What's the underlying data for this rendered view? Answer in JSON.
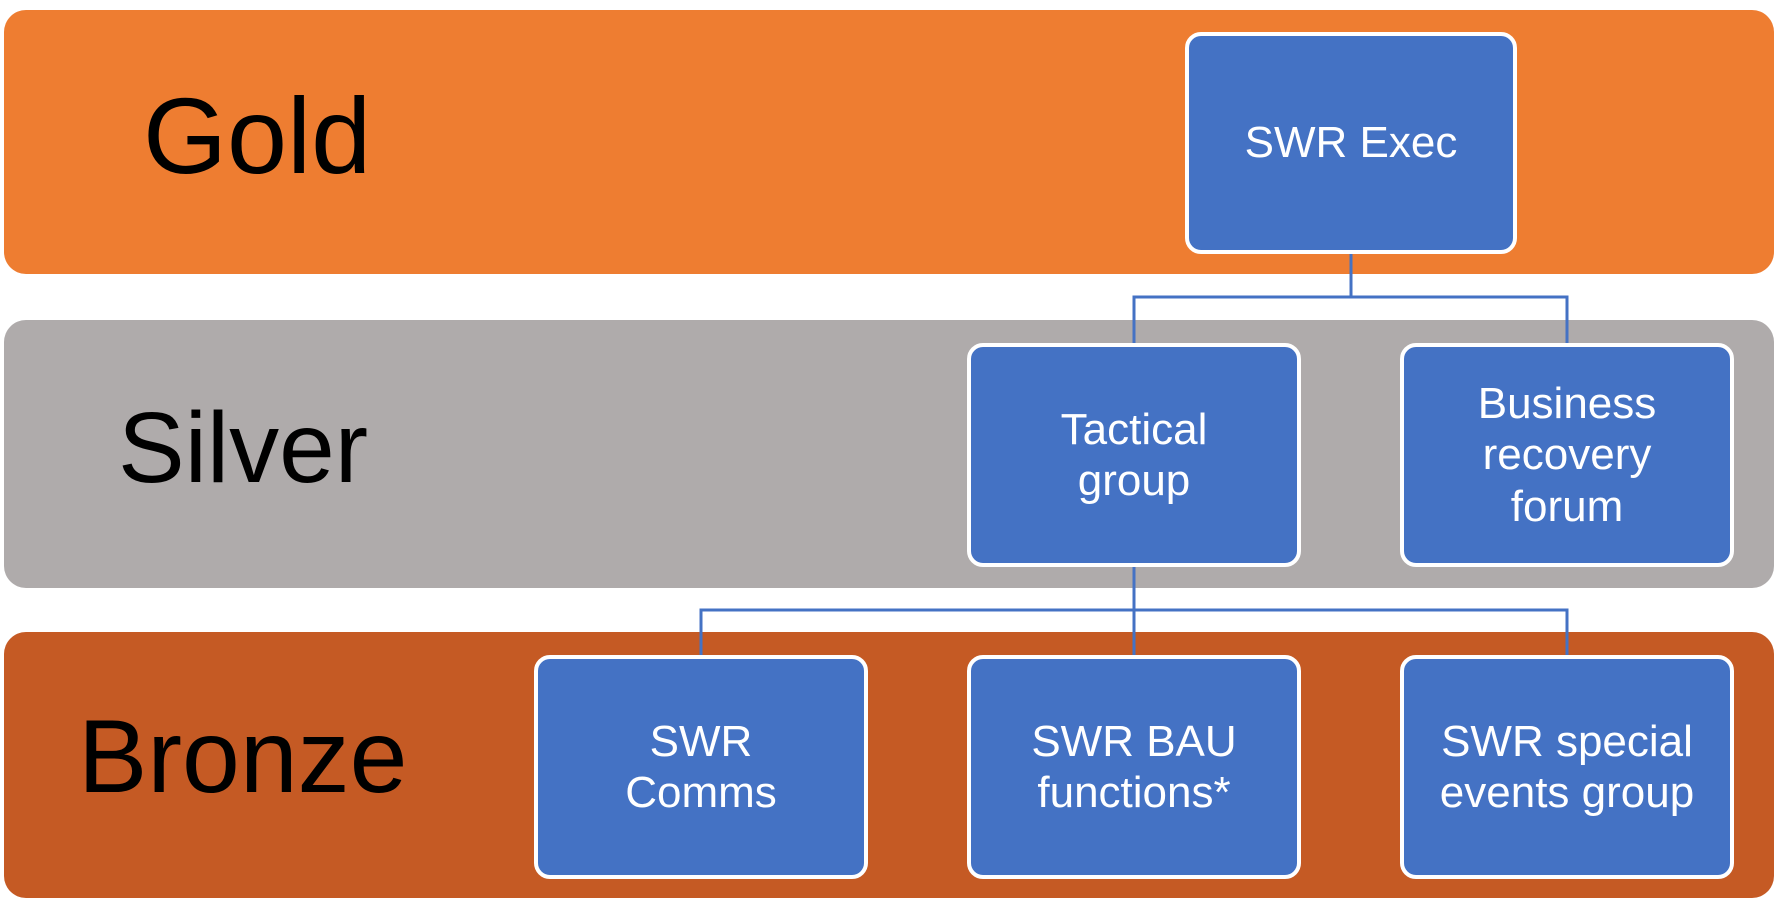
{
  "colors": {
    "gold_band": "#EE7D31",
    "silver_band": "#AFABAB",
    "bronze_band": "#C55A24",
    "node_fill": "#4472C4",
    "node_border": "#FFFFFF",
    "connector": "#4472C4"
  },
  "tiers": {
    "gold": "Gold",
    "silver": "Silver",
    "bronze": "Bronze"
  },
  "nodes": {
    "swr_exec": "SWR Exec",
    "tactical_group": "Tactical group",
    "business_recovery_forum": "Business recovery forum",
    "swr_comms": "SWR Comms",
    "swr_bau_functions": "SWR BAU functions*",
    "swr_special_events_group": "SWR special events group"
  },
  "edges": [
    {
      "from": "swr_exec",
      "to": "tactical_group"
    },
    {
      "from": "swr_exec",
      "to": "business_recovery_forum"
    },
    {
      "from": "tactical_group",
      "to": "swr_comms"
    },
    {
      "from": "tactical_group",
      "to": "swr_bau_functions"
    },
    {
      "from": "tactical_group",
      "to": "swr_special_events_group"
    }
  ]
}
